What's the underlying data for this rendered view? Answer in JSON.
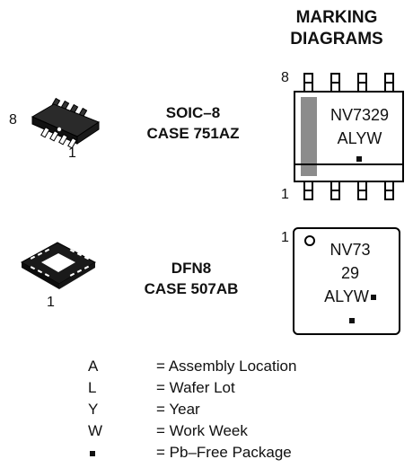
{
  "header": {
    "line1": "MARKING",
    "line2": "DIAGRAMS"
  },
  "soic": {
    "name": "SOIC–8",
    "case": "CASE 751AZ",
    "pin_top": "8",
    "pin_bottom": "1"
  },
  "soic_marking": {
    "line1": "NV7329",
    "line2": "ALYW",
    "pin_top": "8",
    "pin_bottom": "1"
  },
  "dfn": {
    "name": "DFN8",
    "case": "CASE 507AB",
    "pin": "1"
  },
  "dfn_marking": {
    "pin": "1",
    "line1": "NV73",
    "line2": "29",
    "line3": "ALYW"
  },
  "legend": [
    {
      "key": "A",
      "value": "= Assembly Location"
    },
    {
      "key": "L",
      "value": "= Wafer Lot"
    },
    {
      "key": "Y",
      "value": "= Year"
    },
    {
      "key": "W",
      "value": "= Work Week"
    },
    {
      "key": "",
      "value": "= Pb–Free Package",
      "key_icon": "filled-square"
    }
  ]
}
